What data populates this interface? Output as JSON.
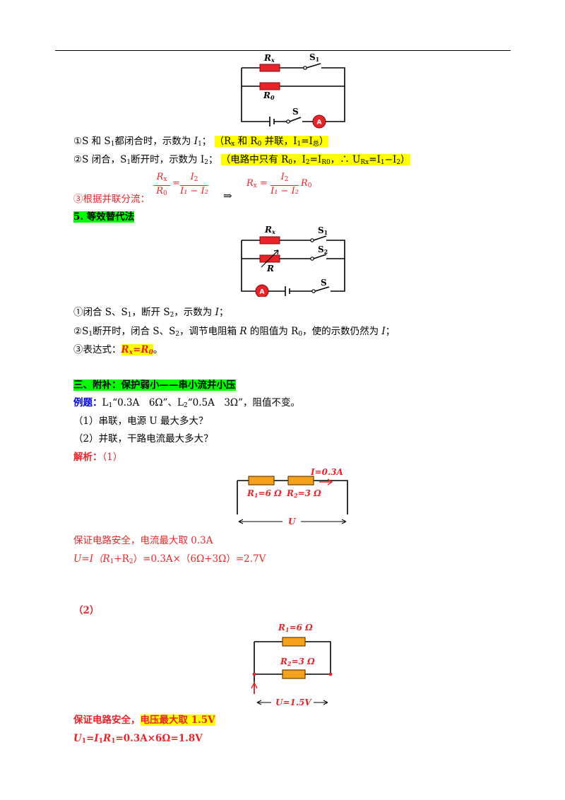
{
  "circuit1": {
    "rx": "R",
    "rx_sub": "x",
    "r0": "R",
    "r0_sub": "0",
    "s1": "S",
    "s1_sub": "1",
    "s": "S",
    "meter": "A"
  },
  "lines": {
    "l1": {
      "a": "①S 和 S",
      "a_sub": "1",
      "b": "都闭合时，示数为 ",
      "i": "I",
      "i_sub": "1",
      "c": "；",
      "hl": "（R",
      "hl_sub1": "x",
      "hl_b": " 和 R",
      "hl_sub2": "0",
      "hl_c": " 并联，I",
      "hl_sub3": "1",
      "hl_d": "=I",
      "hl_sub4": "总",
      "hl_e": "）"
    },
    "l2": {
      "a": "②S 闭合，S",
      "a_sub": "1",
      "b": "断开时，示数为 I",
      "b_sub": "2",
      "c": "；",
      "hl": "（电路中只有 R",
      "hl_sub1": "0",
      "hl_b": "，I",
      "hl_sub2": "2",
      "hl_c": "=I",
      "hl_sub3": "R0",
      "hl_d": "，∴ U",
      "hl_sub4": "Rx",
      "hl_e": "=I",
      "hl_sub5": "1",
      "hl_f": "−I",
      "hl_sub6": "2",
      "hl_g": "）"
    },
    "l3": {
      "a": "③根据并联分流：",
      "arrow": "⇒"
    }
  },
  "formula": {
    "f1_num": "R",
    "f1_num_sub": "x",
    "f1_den": "R",
    "f1_den_sub": "0",
    "eq": "=",
    "f2_num": "I",
    "f2_num_sub": "2",
    "f2_den": "I₁ − I₂",
    "f3_left": "R",
    "f3_left_sub": "x",
    "f3_num": "I",
    "f3_num_sub": "2",
    "f3_den": "I₁ − I₂",
    "f3_tail": "R",
    "f3_tail_sub": "0"
  },
  "section5": {
    "title": "5. 等效替代法"
  },
  "circuit2": {
    "rx": "R",
    "rx_sub": "x",
    "r": "R",
    "s1": "S",
    "s1_sub": "1",
    "s2": "S",
    "s2_sub": "2",
    "s": "S",
    "meter": "A"
  },
  "steps5": {
    "s1": {
      "a": "①闭合 S、S",
      "a_sub": "1",
      "b": "，断开 S",
      "b_sub": "2",
      "c": "，示数为 ",
      "i": "I",
      "d": "；"
    },
    "s2": {
      "a": "②S",
      "a_sub": "1",
      "b": "断开时，闭合 S、S",
      "b_sub": "2",
      "c": "，调节电阻箱 ",
      "r": "R",
      "d": " 的阻值为 R",
      "d_sub": "0",
      "e": "，使的示数仍然为 ",
      "i": "I",
      "f": "；"
    },
    "s3": {
      "a": "③表达式：",
      "hl": "R",
      "hl_sub1": "x",
      "hl_b": "=R",
      "hl_sub2": "0",
      "end": "。"
    }
  },
  "section3": {
    "title": "三、附补：保护弱小——串小流并小压"
  },
  "example": {
    "label": "例题：",
    "text": "L",
    "sub": "1",
    "b": "“0.3A　6Ω”、L",
    "sub2": "2",
    "c": "“0.5A　3Ω”，阻值不变。",
    "q1": "（1）串联，电源 U 最大多大？",
    "q2": "（2）并联，干路电流最大多大？"
  },
  "analysis": {
    "label": "解析：",
    "part": "（1）"
  },
  "circuit3": {
    "i": "I=0.3A",
    "r1": "R",
    "r1_sub": "1",
    "r1_val": "=6 Ω",
    "r2": "R",
    "r2_sub": "2",
    "r2_val": "=3 Ω",
    "u": "U"
  },
  "series_text": {
    "t1": "保证电路安全，电流最大取 0.3A",
    "t2": "U=I（R",
    "t2_sub1": "1",
    "t2_b": "+R",
    "t2_sub2": "2",
    "t2_c": "）=0.3A×（6Ω+3Ω）=2.7V"
  },
  "part2": {
    "label": "（2）"
  },
  "circuit4": {
    "r1": "R",
    "r1_sub": "1",
    "r1_val": "=6 Ω",
    "r2": "R",
    "r2_sub": "2",
    "r2_val": "=3 Ω",
    "u": "U=1.5V"
  },
  "parallel_text": {
    "t1": "保证电路安全，",
    "t1_hl": "电压最大取 1.5V",
    "t2": "U",
    "t2_sub1": "1",
    "t2_b": "=I",
    "t2_sub2": "1",
    "t2_c": "R",
    "t2_sub3": "1",
    "t2_d": "=0.3A×6Ω=1.8V"
  },
  "colors": {
    "red": "#e8242a",
    "yellow": "#ffff00",
    "green": "#00ff00",
    "orange": "#f6a11c"
  }
}
